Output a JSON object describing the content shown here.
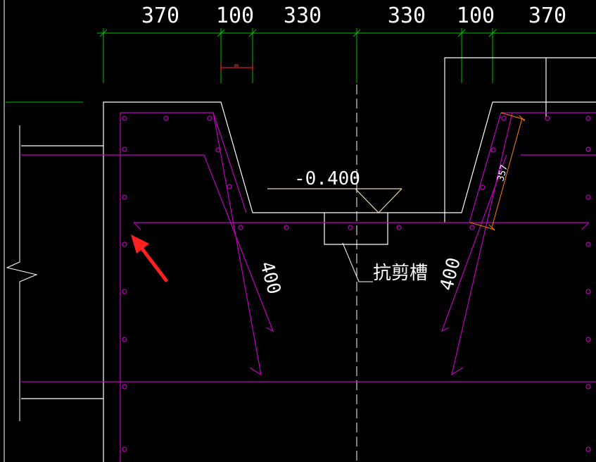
{
  "dimensions": {
    "top_labels": [
      "370",
      "100",
      "330",
      "330",
      "100",
      "370"
    ],
    "small_tag": "80"
  },
  "elevation": {
    "label": "-0.400"
  },
  "annotations": {
    "shear_slot": "抗剪槽",
    "left_wall_thickness": "400",
    "right_wall_thickness": "400",
    "slant_dimension": "357"
  },
  "colors": {
    "background": "#000000",
    "dimension_lines": "#00c000",
    "rebar": "#c000c0",
    "outline": "#ffffff",
    "slant_dimension": "#ff8000",
    "elevation_marker": "#e8d9a8",
    "arrow": "#ff2020"
  }
}
